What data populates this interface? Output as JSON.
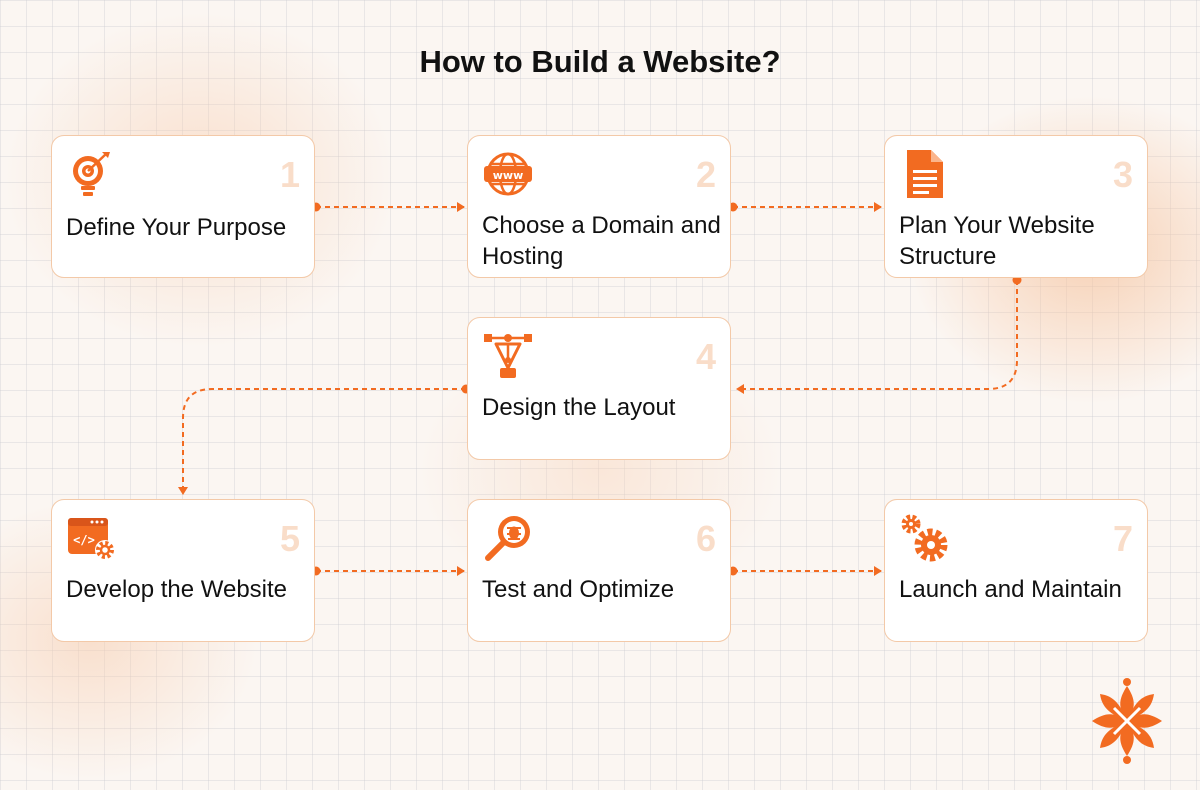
{
  "title": "How to Build a Website?",
  "accent_color": "#f26b21",
  "steps": [
    {
      "number": "1",
      "label": "Define Your Purpose",
      "icon": "target-bulb-icon"
    },
    {
      "number": "2",
      "label": "Choose a Domain and Hosting",
      "icon": "www-globe-icon"
    },
    {
      "number": "3",
      "label": "Plan Your Website Structure",
      "icon": "document-icon"
    },
    {
      "number": "4",
      "label": "Design the Layout",
      "icon": "pen-tool-icon"
    },
    {
      "number": "5",
      "label": "Develop the Website",
      "icon": "code-window-icon"
    },
    {
      "number": "6",
      "label": "Test and Optimize",
      "icon": "bug-search-icon"
    },
    {
      "number": "7",
      "label": "Launch and Maintain",
      "icon": "gears-icon"
    }
  ],
  "logo": "brand-logo-icon"
}
